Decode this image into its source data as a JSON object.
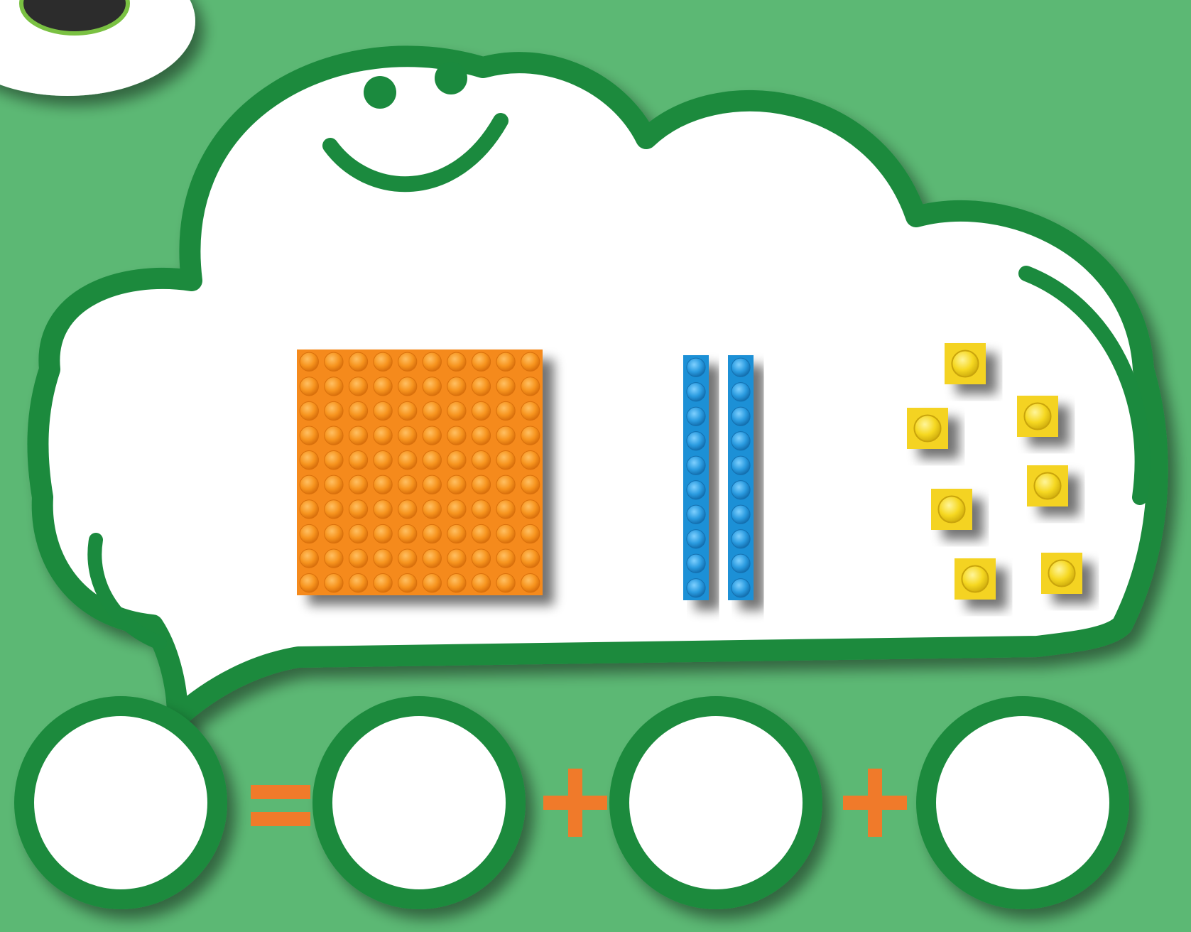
{
  "colors": {
    "background": "#5cb874",
    "outline_green": "#1b8a3e",
    "cloud_fill": "#ffffff",
    "hundreds_orange": "#f58a1f",
    "tens_blue": "#1e90d6",
    "ones_yellow": "#f4d321",
    "operator_orange": "#f07a2a"
  },
  "blocks": {
    "hundreds": {
      "count": 1,
      "grid_studs": 10
    },
    "tens": {
      "count": 2,
      "studs_per_rod": 10
    },
    "ones": {
      "count": 7
    }
  },
  "equation": {
    "operators": [
      "=",
      "+",
      "+"
    ],
    "answer_circles": [
      "",
      "",
      "",
      ""
    ]
  },
  "icons": [
    "smiley-face-icon",
    "sticker-icon"
  ]
}
